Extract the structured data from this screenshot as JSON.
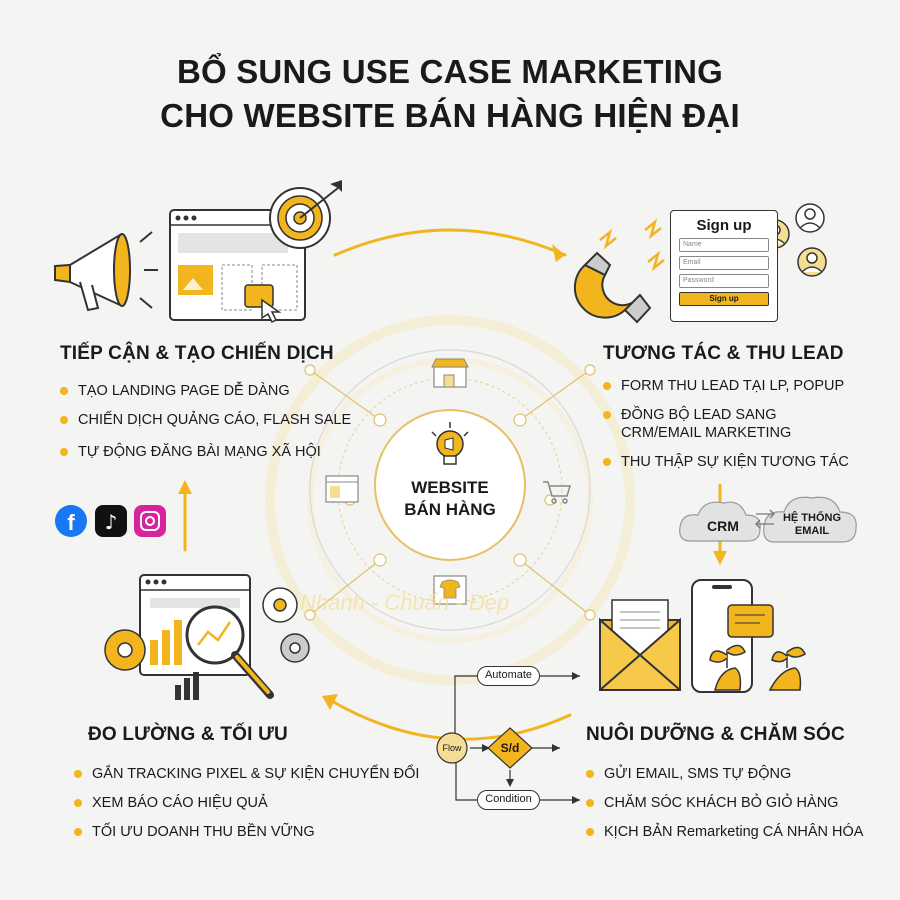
{
  "title": {
    "line1": "BỔ SUNG USE CASE MARKETING",
    "line2": "CHO WEBSITE BÁN HÀNG HIỆN ĐẠI"
  },
  "center": {
    "line1": "WEBSITE",
    "line2": "BÁN HÀNG"
  },
  "sections": {
    "reach": {
      "heading": "TIẾP CẬN & TẠO CHIẾN DỊCH",
      "items": [
        "TẠO LANDING PAGE DỄ DÀNG",
        "CHIẾN DỊCH QUẢNG CÁO, FLASH SALE",
        "TỰ ĐỘNG ĐĂNG BÀI MẠNG XÃ HỘI"
      ]
    },
    "lead": {
      "heading": "TƯƠNG TÁC & THU LEAD",
      "items": [
        "FORM THU LEAD TẠI LP, POPUP",
        "ĐỒNG BỘ LEAD SANG",
        "CRM/EMAIL MARKETING",
        "THU THẬP SỰ KIỆN TƯƠNG TÁC"
      ]
    },
    "measure": {
      "heading": "ĐO LƯỜNG & TỐI ƯU",
      "items": [
        "GẮN TRACKING PIXEL & SỰ KIỆN CHUYỂN ĐỔI",
        "XEM BÁO CÁO HIỆU QUẢ",
        "TỐI ƯU DOANH THU BỀN VỮNG"
      ]
    },
    "nurture": {
      "heading": "NUÔI DƯỠNG & CHĂM SÓC",
      "items": [
        "GỬI EMAIL, SMS TỰ ĐỘNG",
        "CHĂM SÓC KHÁCH BỎ GIỎ HÀNG",
        "KỊCH BẢN Remarketing CÁ NHÂN HÓA"
      ]
    }
  },
  "signup": {
    "title": "Sign up",
    "fields": [
      "Name",
      "Email",
      "Password"
    ],
    "button": "Sign up"
  },
  "clouds": {
    "crm": "CRM",
    "system_line1": "HỆ THỐNG",
    "system_line2": "EMAIL"
  },
  "flow": {
    "automate": "Automate",
    "flow": "Flow",
    "decision": "S/d",
    "condition": "Condition"
  },
  "watermark": "Nhanh - Chuẩn - Đẹp",
  "colors": {
    "accent": "#f2b51d",
    "text": "#1a1a1a",
    "background": "#f4f4f2"
  },
  "icons": [
    "megaphone-icon",
    "target-icon",
    "magnet-icon",
    "user-avatar-icon",
    "lightbulb-icon",
    "shop-icon",
    "cart-icon",
    "facebook-icon",
    "tiktok-icon",
    "instagram-icon",
    "analytics-icon",
    "gear-icon",
    "envelope-icon",
    "phone-icon",
    "plant-icon"
  ]
}
